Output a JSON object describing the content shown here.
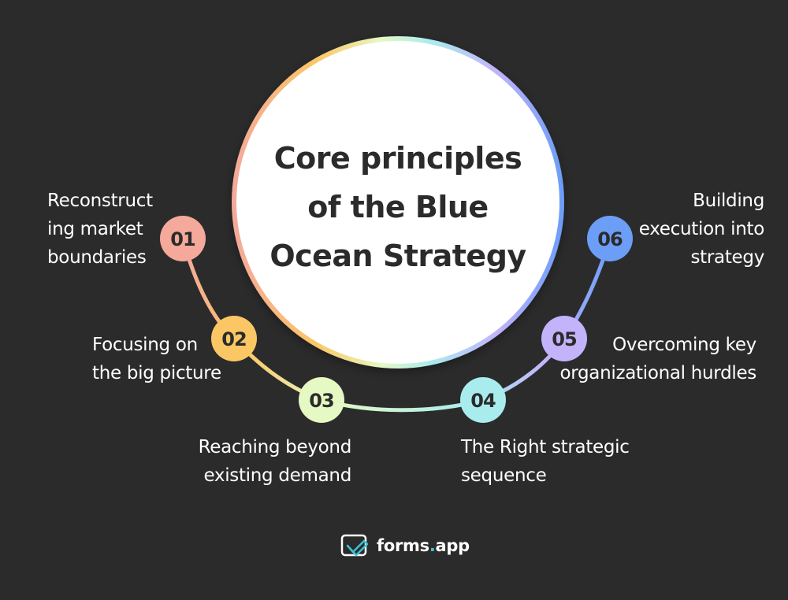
{
  "title": {
    "line1": "Core principles",
    "line2": "of the Blue",
    "line3": "Ocean Strategy"
  },
  "principles": [
    {
      "number": "01",
      "lines": [
        "Reconstruct",
        "ing market",
        "boundaries"
      ],
      "color": "#f4a99a"
    },
    {
      "number": "02",
      "lines": [
        "Focusing on",
        "the big picture"
      ],
      "color": "#fbc765"
    },
    {
      "number": "03",
      "lines": [
        "Reaching beyond",
        "existing demand"
      ],
      "color": "#e6f8c4"
    },
    {
      "number": "04",
      "lines": [
        "The Right strategic",
        "sequence"
      ],
      "color": "#a9ecee"
    },
    {
      "number": "05",
      "lines": [
        "Overcoming key",
        "organizational hurdles"
      ],
      "color": "#c3b3fb"
    },
    {
      "number": "06",
      "lines": [
        "Building",
        "execution into",
        "strategy"
      ],
      "color": "#6c9ef8"
    }
  ],
  "logo": {
    "name": "forms",
    "dot": ".",
    "suffix": "app",
    "icon": "forms-app-check-icon"
  },
  "colors": {
    "background": "#2b2b2b",
    "center_fill": "#ffffff",
    "text_dark": "#2b2b2b",
    "logo_accent": "#3ec3d5"
  }
}
